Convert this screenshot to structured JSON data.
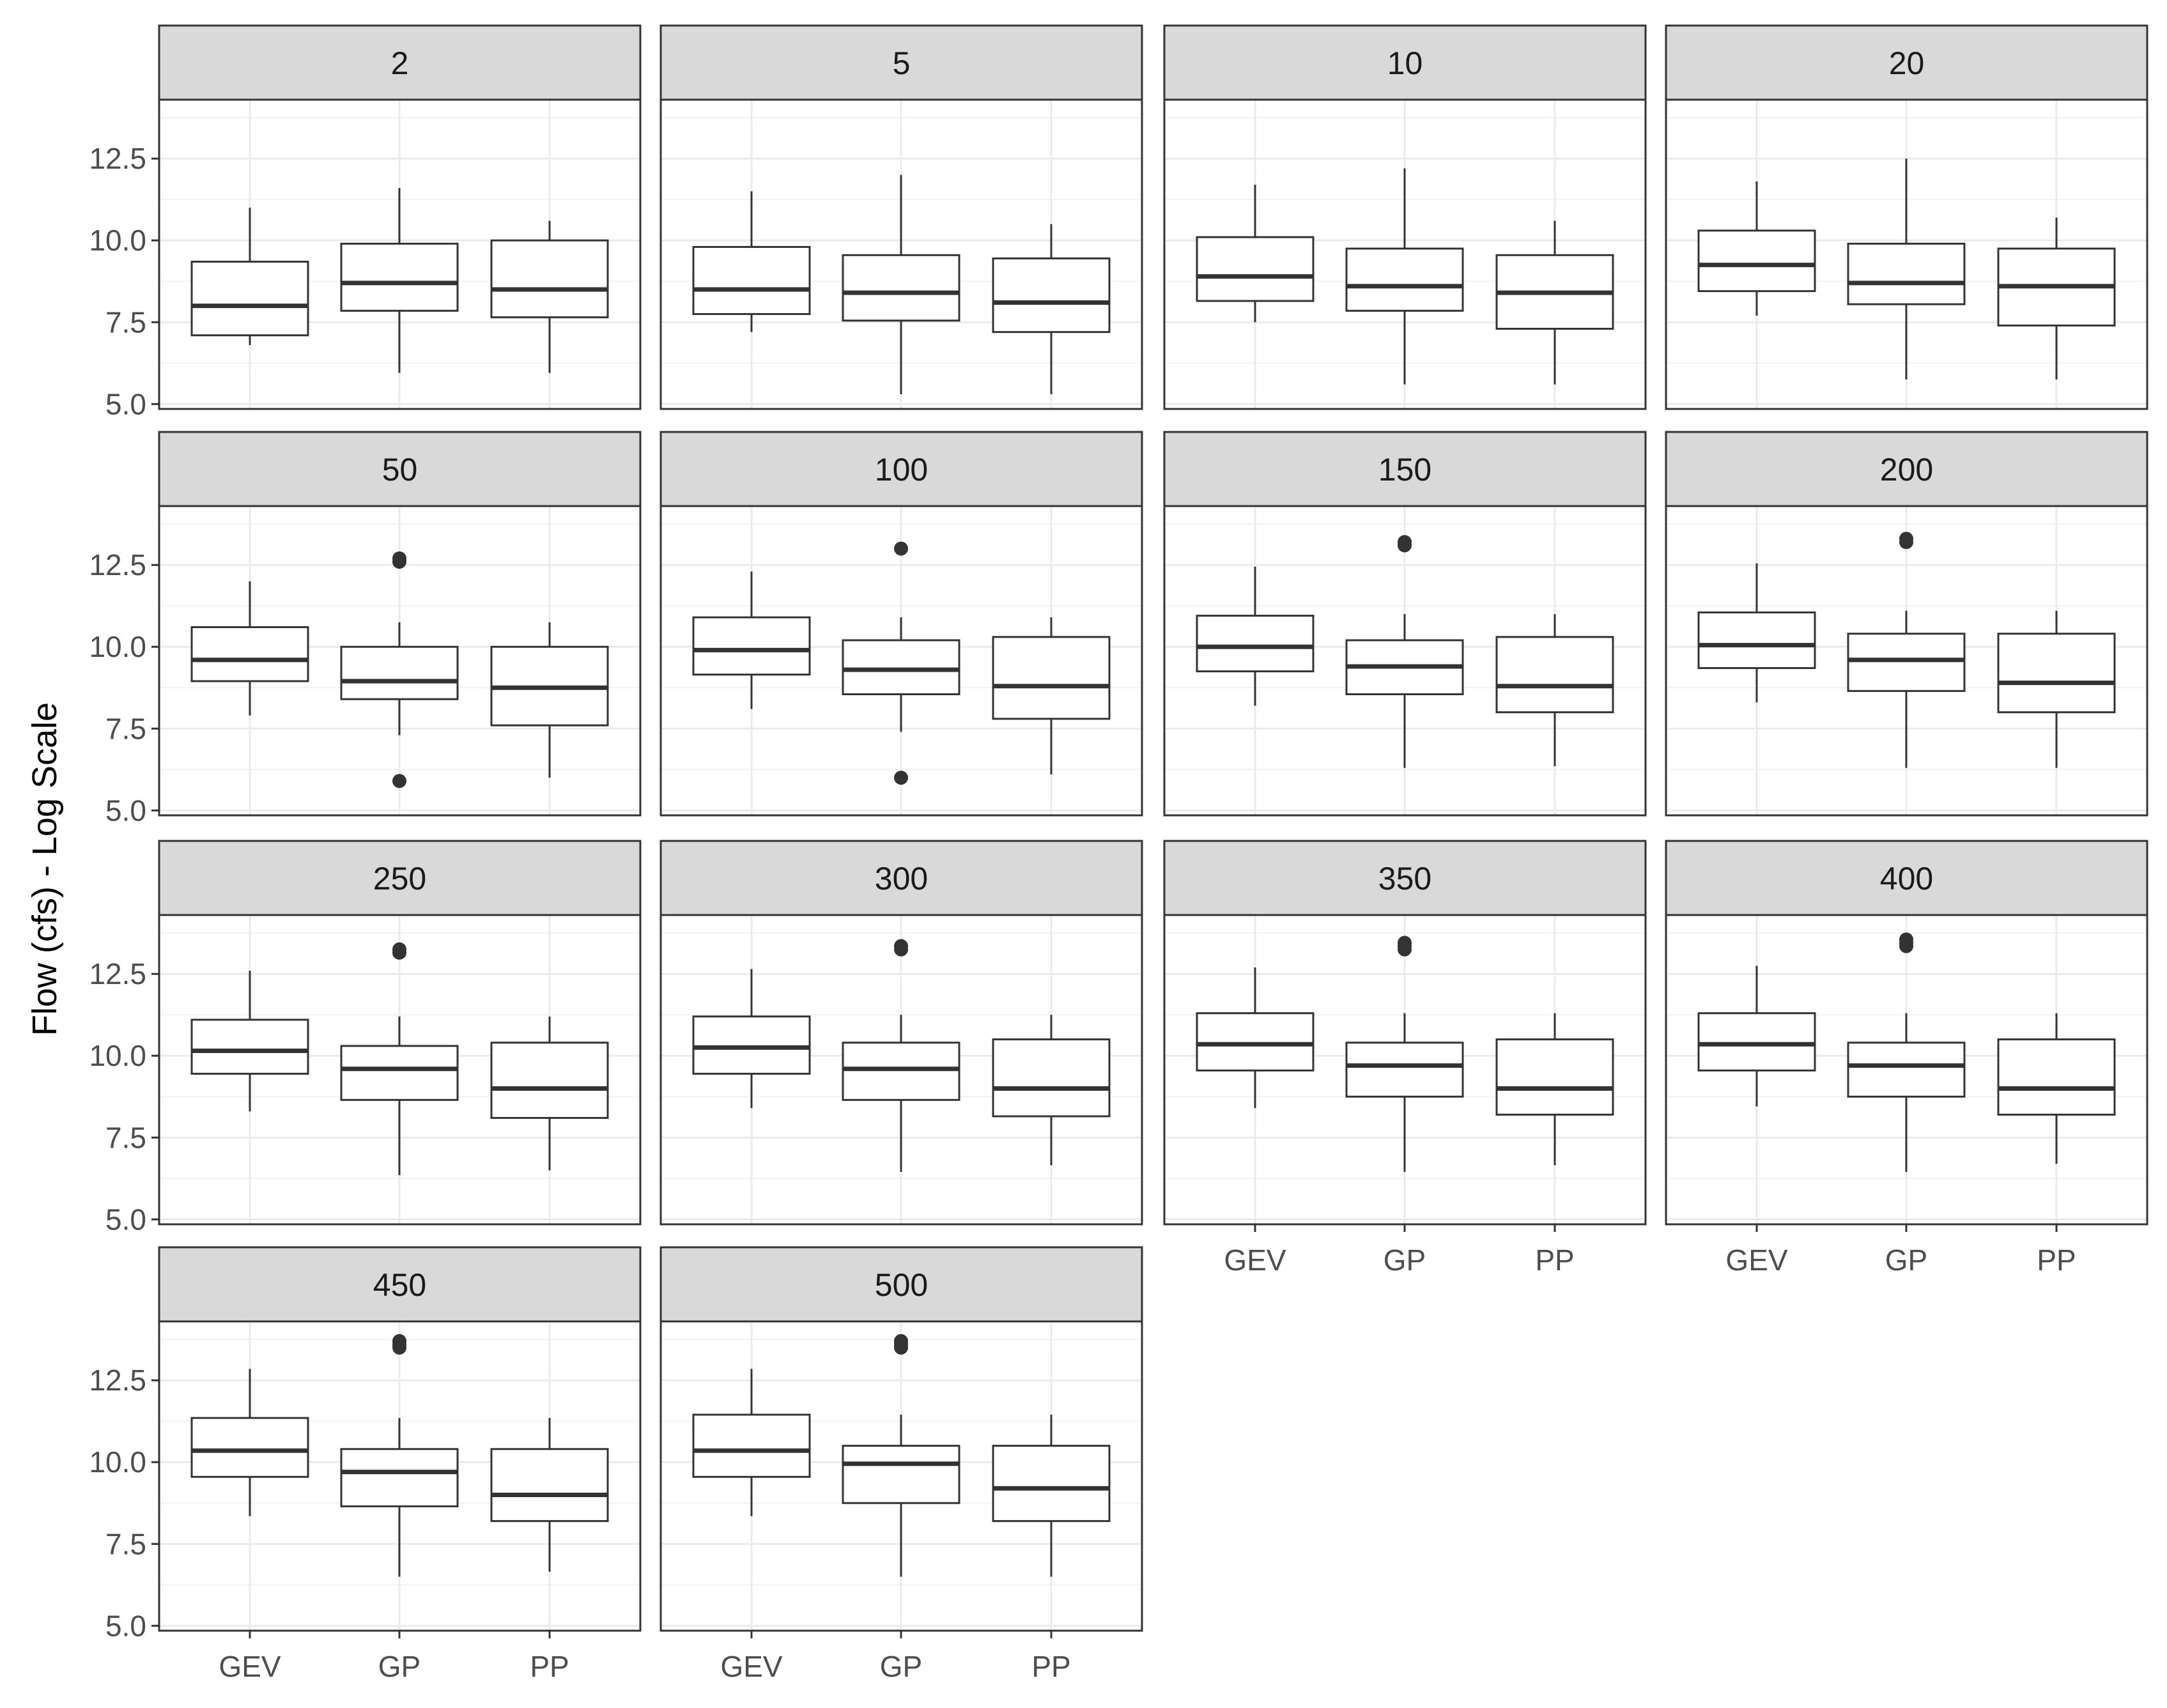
{
  "chart_data": {
    "type": "boxplot",
    "facet_layout": "4 columns x 4 rows",
    "ylabel": "Flow (cfs) - Log Scale",
    "xlabel": "",
    "ylim": [
      4.85,
      14.3
    ],
    "yticks": [
      5.0,
      7.5,
      10.0,
      12.5
    ],
    "ytick_labels": [
      "5.0",
      "7.5",
      "10.0",
      "12.5"
    ],
    "categories": [
      "GEV",
      "GP",
      "PP"
    ],
    "grid": true,
    "legend": "none",
    "colors": {
      "panel_border": "#333333",
      "strip_fill": "#d9d9d9",
      "grid_major": "#ebebeb",
      "grid_minor": "#f2f2f2",
      "box_line": "#333333",
      "outlier": "#333333"
    },
    "panels": [
      {
        "label": "2",
        "boxes": [
          {
            "category": "GEV",
            "lower_whisker": 6.8,
            "q1": 7.1,
            "median": 8.0,
            "q3": 9.35,
            "upper_whisker": 11.0,
            "outliers": []
          },
          {
            "category": "GP",
            "lower_whisker": 5.95,
            "q1": 7.85,
            "median": 8.7,
            "q3": 9.9,
            "upper_whisker": 11.6,
            "outliers": []
          },
          {
            "category": "PP",
            "lower_whisker": 5.95,
            "q1": 7.65,
            "median": 8.5,
            "q3": 10.0,
            "upper_whisker": 10.6,
            "outliers": []
          }
        ]
      },
      {
        "label": "5",
        "boxes": [
          {
            "category": "GEV",
            "lower_whisker": 7.2,
            "q1": 7.75,
            "median": 8.5,
            "q3": 9.8,
            "upper_whisker": 11.5,
            "outliers": []
          },
          {
            "category": "GP",
            "lower_whisker": 5.3,
            "q1": 7.55,
            "median": 8.4,
            "q3": 9.55,
            "upper_whisker": 12.0,
            "outliers": []
          },
          {
            "category": "PP",
            "lower_whisker": 5.3,
            "q1": 7.2,
            "median": 8.1,
            "q3": 9.45,
            "upper_whisker": 10.5,
            "outliers": []
          }
        ]
      },
      {
        "label": "10",
        "boxes": [
          {
            "category": "GEV",
            "lower_whisker": 7.5,
            "q1": 8.15,
            "median": 8.9,
            "q3": 10.1,
            "upper_whisker": 11.7,
            "outliers": []
          },
          {
            "category": "GP",
            "lower_whisker": 5.6,
            "q1": 7.85,
            "median": 8.6,
            "q3": 9.75,
            "upper_whisker": 12.2,
            "outliers": []
          },
          {
            "category": "PP",
            "lower_whisker": 5.6,
            "q1": 7.3,
            "median": 8.4,
            "q3": 9.55,
            "upper_whisker": 10.6,
            "outliers": []
          }
        ]
      },
      {
        "label": "20",
        "boxes": [
          {
            "category": "GEV",
            "lower_whisker": 7.7,
            "q1": 8.45,
            "median": 9.25,
            "q3": 10.3,
            "upper_whisker": 11.8,
            "outliers": []
          },
          {
            "category": "GP",
            "lower_whisker": 5.75,
            "q1": 8.05,
            "median": 8.7,
            "q3": 9.9,
            "upper_whisker": 12.5,
            "outliers": []
          },
          {
            "category": "PP",
            "lower_whisker": 5.75,
            "q1": 7.4,
            "median": 8.6,
            "q3": 9.75,
            "upper_whisker": 10.7,
            "outliers": []
          }
        ]
      },
      {
        "label": "50",
        "boxes": [
          {
            "category": "GEV",
            "lower_whisker": 7.9,
            "q1": 8.95,
            "median": 9.6,
            "q3": 10.6,
            "upper_whisker": 12.0,
            "outliers": []
          },
          {
            "category": "GP",
            "lower_whisker": 7.3,
            "q1": 8.4,
            "median": 8.95,
            "q3": 10.0,
            "upper_whisker": 10.75,
            "outliers": [
              12.6,
              12.7,
              5.9
            ]
          },
          {
            "category": "PP",
            "lower_whisker": 6.0,
            "q1": 7.6,
            "median": 8.75,
            "q3": 10.0,
            "upper_whisker": 10.75,
            "outliers": []
          }
        ]
      },
      {
        "label": "100",
        "boxes": [
          {
            "category": "GEV",
            "lower_whisker": 8.1,
            "q1": 9.15,
            "median": 9.9,
            "q3": 10.9,
            "upper_whisker": 12.3,
            "outliers": []
          },
          {
            "category": "GP",
            "lower_whisker": 7.4,
            "q1": 8.55,
            "median": 9.3,
            "q3": 10.2,
            "upper_whisker": 10.9,
            "outliers": [
              13.0,
              6.0
            ]
          },
          {
            "category": "PP",
            "lower_whisker": 6.1,
            "q1": 7.8,
            "median": 8.8,
            "q3": 10.3,
            "upper_whisker": 10.9,
            "outliers": []
          }
        ]
      },
      {
        "label": "150",
        "boxes": [
          {
            "category": "GEV",
            "lower_whisker": 8.2,
            "q1": 9.25,
            "median": 10.0,
            "q3": 10.95,
            "upper_whisker": 12.45,
            "outliers": []
          },
          {
            "category": "GP",
            "lower_whisker": 6.3,
            "q1": 8.55,
            "median": 9.4,
            "q3": 10.2,
            "upper_whisker": 11.0,
            "outliers": [
              13.1,
              13.2
            ]
          },
          {
            "category": "PP",
            "lower_whisker": 6.35,
            "q1": 8.0,
            "median": 8.8,
            "q3": 10.3,
            "upper_whisker": 11.0,
            "outliers": []
          }
        ]
      },
      {
        "label": "200",
        "boxes": [
          {
            "category": "GEV",
            "lower_whisker": 8.3,
            "q1": 9.35,
            "median": 10.05,
            "q3": 11.05,
            "upper_whisker": 12.55,
            "outliers": []
          },
          {
            "category": "GP",
            "lower_whisker": 6.3,
            "q1": 8.65,
            "median": 9.6,
            "q3": 10.4,
            "upper_whisker": 11.1,
            "outliers": [
              13.2,
              13.3
            ]
          },
          {
            "category": "PP",
            "lower_whisker": 6.3,
            "q1": 8.0,
            "median": 8.9,
            "q3": 10.4,
            "upper_whisker": 11.1,
            "outliers": []
          }
        ]
      },
      {
        "label": "250",
        "boxes": [
          {
            "category": "GEV",
            "lower_whisker": 8.3,
            "q1": 9.45,
            "median": 10.15,
            "q3": 11.1,
            "upper_whisker": 12.6,
            "outliers": []
          },
          {
            "category": "GP",
            "lower_whisker": 6.35,
            "q1": 8.65,
            "median": 9.6,
            "q3": 10.3,
            "upper_whisker": 11.2,
            "outliers": [
              13.15,
              13.25
            ]
          },
          {
            "category": "PP",
            "lower_whisker": 6.5,
            "q1": 8.1,
            "median": 9.0,
            "q3": 10.4,
            "upper_whisker": 11.2,
            "outliers": []
          }
        ]
      },
      {
        "label": "300",
        "boxes": [
          {
            "category": "GEV",
            "lower_whisker": 8.4,
            "q1": 9.45,
            "median": 10.25,
            "q3": 11.2,
            "upper_whisker": 12.65,
            "outliers": []
          },
          {
            "category": "GP",
            "lower_whisker": 6.45,
            "q1": 8.65,
            "median": 9.6,
            "q3": 10.4,
            "upper_whisker": 11.25,
            "outliers": [
              13.25,
              13.35
            ]
          },
          {
            "category": "PP",
            "lower_whisker": 6.65,
            "q1": 8.15,
            "median": 9.0,
            "q3": 10.5,
            "upper_whisker": 11.25,
            "outliers": []
          }
        ]
      },
      {
        "label": "350",
        "boxes": [
          {
            "category": "GEV",
            "lower_whisker": 8.4,
            "q1": 9.55,
            "median": 10.35,
            "q3": 11.3,
            "upper_whisker": 12.7,
            "outliers": []
          },
          {
            "category": "GP",
            "lower_whisker": 6.45,
            "q1": 8.75,
            "median": 9.7,
            "q3": 10.4,
            "upper_whisker": 11.3,
            "outliers": [
              13.25,
              13.35,
              13.45
            ]
          },
          {
            "category": "PP",
            "lower_whisker": 6.65,
            "q1": 8.2,
            "median": 9.0,
            "q3": 10.5,
            "upper_whisker": 11.3,
            "outliers": []
          }
        ]
      },
      {
        "label": "400",
        "boxes": [
          {
            "category": "GEV",
            "lower_whisker": 8.45,
            "q1": 9.55,
            "median": 10.35,
            "q3": 11.3,
            "upper_whisker": 12.75,
            "outliers": []
          },
          {
            "category": "GP",
            "lower_whisker": 6.45,
            "q1": 8.75,
            "median": 9.7,
            "q3": 10.4,
            "upper_whisker": 11.3,
            "outliers": [
              13.35,
              13.45,
              13.55
            ]
          },
          {
            "category": "PP",
            "lower_whisker": 6.7,
            "q1": 8.2,
            "median": 9.0,
            "q3": 10.5,
            "upper_whisker": 11.3,
            "outliers": []
          }
        ]
      },
      {
        "label": "450",
        "boxes": [
          {
            "category": "GEV",
            "lower_whisker": 8.35,
            "q1": 9.55,
            "median": 10.35,
            "q3": 11.35,
            "upper_whisker": 12.85,
            "outliers": []
          },
          {
            "category": "GP",
            "lower_whisker": 6.5,
            "q1": 8.65,
            "median": 9.7,
            "q3": 10.4,
            "upper_whisker": 11.35,
            "outliers": [
              13.5,
              13.6,
              13.7
            ]
          },
          {
            "category": "PP",
            "lower_whisker": 6.65,
            "q1": 8.2,
            "median": 9.0,
            "q3": 10.4,
            "upper_whisker": 11.35,
            "outliers": []
          }
        ]
      },
      {
        "label": "500",
        "boxes": [
          {
            "category": "GEV",
            "lower_whisker": 8.35,
            "q1": 9.55,
            "median": 10.35,
            "q3": 11.45,
            "upper_whisker": 12.85,
            "outliers": []
          },
          {
            "category": "GP",
            "lower_whisker": 6.5,
            "q1": 8.75,
            "median": 9.95,
            "q3": 10.5,
            "upper_whisker": 11.45,
            "outliers": [
              13.5,
              13.6,
              13.7
            ]
          },
          {
            "category": "PP",
            "lower_whisker": 6.5,
            "q1": 8.2,
            "median": 9.2,
            "q3": 10.5,
            "upper_whisker": 11.45,
            "outliers": []
          }
        ]
      }
    ]
  }
}
